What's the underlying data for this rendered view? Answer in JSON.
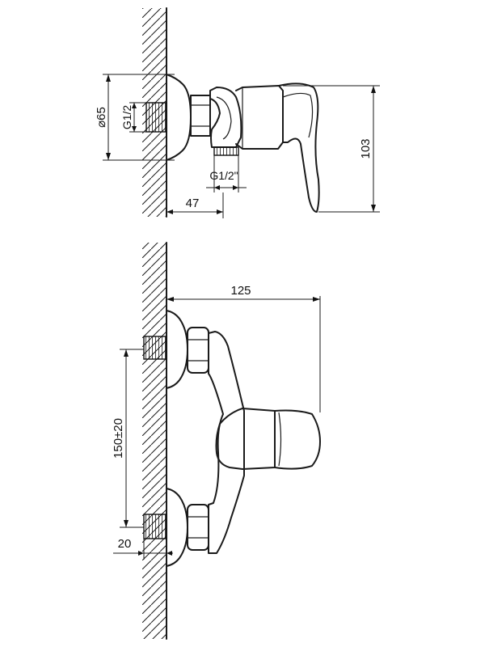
{
  "dimensions": {
    "diameter": "65",
    "thread_wall": "G1/2",
    "thread_outlet": "G1/2\"",
    "depth": "47",
    "height": "103",
    "width": "125",
    "spacing": "150±20",
    "thread_length": "20"
  },
  "symbols": {
    "diameter_sign": "⌀"
  }
}
